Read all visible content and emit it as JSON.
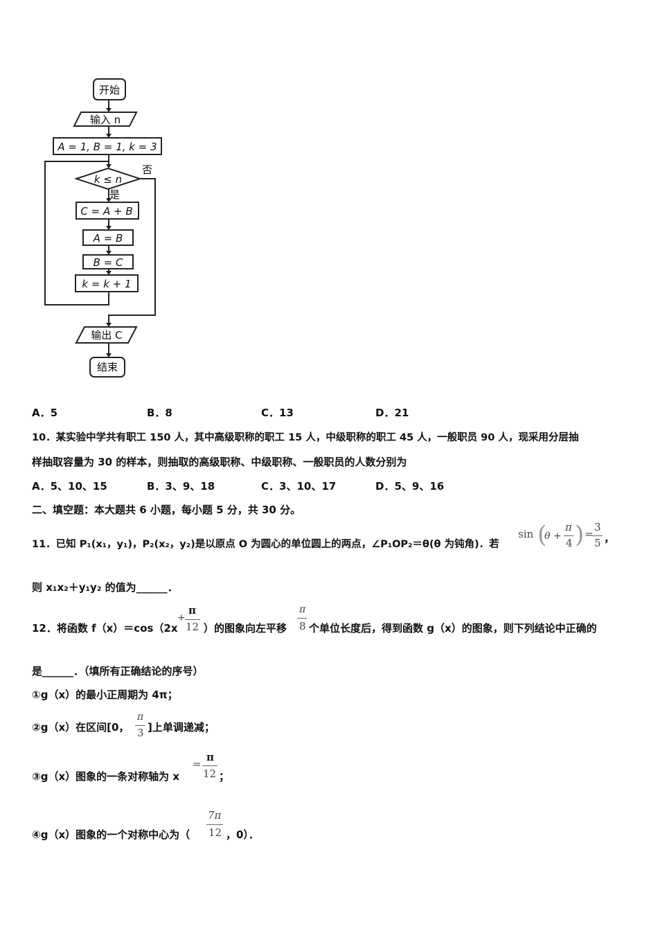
{
  "flowchart": {
    "start": "开始",
    "input": "输入 n",
    "init": "A = 1, B = 1, k = 3",
    "condition": "k ≤ n",
    "no_label": "否",
    "yes_label": "是",
    "step1": "C = A + B",
    "step2": "A = B",
    "step3": "B = C",
    "step4": "k = k + 1",
    "output": "输出 C",
    "end": "结束"
  },
  "q9_options": [
    "A．5",
    "B．8",
    "C．13",
    "D．21"
  ],
  "q10": {
    "line1": "10．某实验中学共有职工 150 人，其中高级职称的职工 15 人，中级职称的职工 45 人，一般职员 90 人，现采用分层抽",
    "line2": "样抽取容量为 30 的样本，则抽取的高级职称、中级职称、一般职员的人数分别为",
    "options": [
      "A．5、10、15",
      "B．3、9、18",
      "C．3、10、17",
      "D．5、9、16"
    ]
  },
  "section2": "二、填空题：本大题共 6 小题，每小题 5 分，共 30 分。",
  "q11": {
    "line1": "11．已知 P₁(x₁，y₁)，P₂(x₂，y₂)是以原点 O 为圆心的单位圆上的两点，∠P₁OP₂＝θ(θ 为钝角)．若",
    "sin": "sin",
    "theta_plus": "θ +",
    "pi": "π",
    "four": "4",
    "eq": "=",
    "three": "3",
    "five": "5",
    "comma": "，",
    "line2": "则 x₁x₂＋y₁y₂ 的值为______．"
  },
  "q12": {
    "prefix": "12．将函数 f（x）＝cos（2x",
    "plus": "+",
    "pi": "π",
    "twelve": "12",
    "mid": "）的图象向左平移",
    "pi2": "π",
    "eight": "8",
    "suffix": "个单位长度后，得到函数 g（x）的图象，则下列结论中正确的",
    "line2": "是______．（填所有正确结论的序号）",
    "s1": "①g（x）的最小正周期为 4π；",
    "s2_pre": "②g（x）在区间[0，",
    "s2_pi": "π",
    "s2_three": "3",
    "s2_post": "]上单调递减；",
    "s3_pre": "③g（x）图象的一条对称轴为 x",
    "s3_eq": "=",
    "s3_pi": "π",
    "s3_twelve": "12",
    "s3_post": "；",
    "s4_pre": "④g（x）图象的一个对称中心为（",
    "s4_num": "7π",
    "s4_den": "12",
    "s4_post": "，0）．"
  }
}
